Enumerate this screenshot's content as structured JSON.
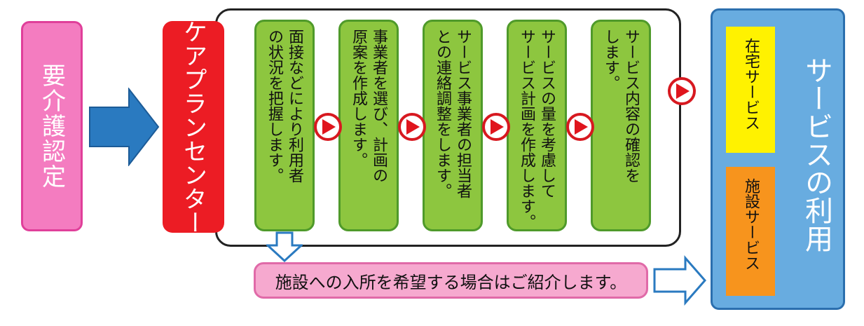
{
  "nodes": {
    "youkaigo": "要介護認定",
    "careplan": "ケアプランセンター",
    "steps": [
      "面接などにより利用者\nの状況を把握します。",
      "事業者を選び、計画の\n原案を作成します。",
      "サービス事業者の担当者\nとの連絡調整をします。",
      "サービスの量を考慮して\nサービス計画を作成します。",
      "サービス内容の確認を\nします。"
    ],
    "service_use": {
      "title": "サービスの利用",
      "zaitaku": "在宅サービス",
      "shisetsu": "施設サービス"
    },
    "facility_note": "施設への入所を希望する場合はご紹介します。"
  },
  "colors": {
    "pink": "#f47cc0",
    "red": "#ec1c24",
    "green": "#8dc63f",
    "blue": "#68ace0",
    "yellow": "#fff200",
    "orange": "#f7941d",
    "arrow_blue": "#2a7ac0"
  }
}
